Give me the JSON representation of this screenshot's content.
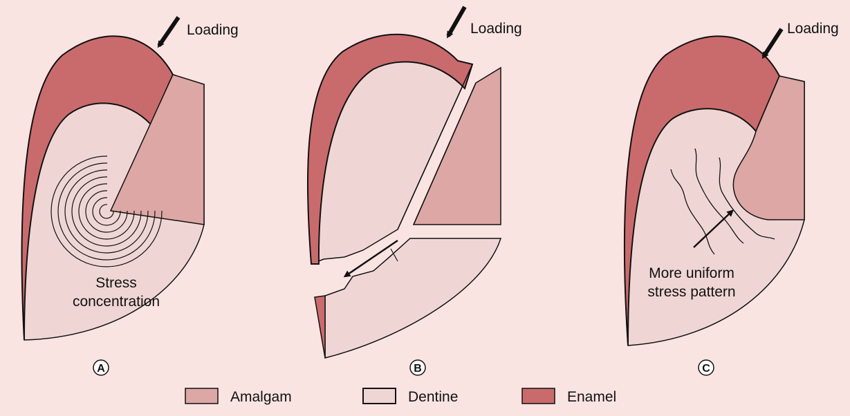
{
  "colors": {
    "background": "#f9e4e2",
    "enamel": "#c96b6d",
    "dentine": "#efd6d4",
    "amalgam": "#dca7a5",
    "outline": "#111111"
  },
  "panels": [
    {
      "id": "A",
      "label": "A",
      "loading": "Loading",
      "note_lines": [
        "Stress",
        "concentration"
      ]
    },
    {
      "id": "B",
      "label": "B",
      "loading": "Loading"
    },
    {
      "id": "C",
      "label": "C",
      "loading": "Loading",
      "note_lines": [
        "More uniform",
        "stress pattern"
      ]
    }
  ],
  "legend": [
    {
      "label": "Amalgam",
      "swatch": "amalgam"
    },
    {
      "label": "Dentine",
      "swatch": "dentine"
    },
    {
      "label": "Enamel",
      "swatch": "enamel"
    }
  ]
}
